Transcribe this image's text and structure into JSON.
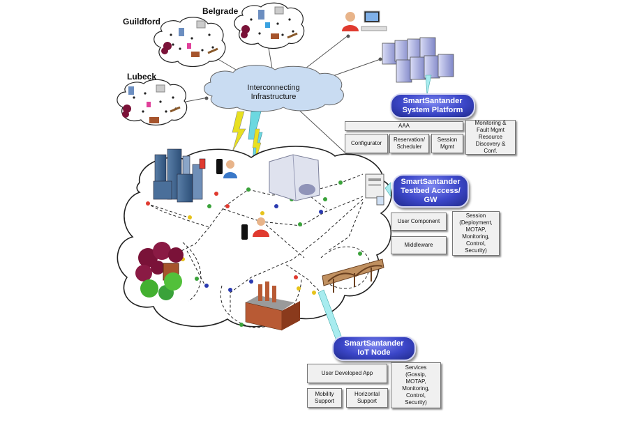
{
  "cities": {
    "guildford": "Guildford",
    "belgrade": "Belgrade",
    "lubeck": "Lubeck"
  },
  "cloud": {
    "line1": "Interconnecting",
    "line2": "Infrastructure"
  },
  "platform": {
    "title_line1": "SmartSantander",
    "title_line2": "System Platform",
    "aaa": "AAA",
    "configurator": "Configurator",
    "reservation": "Reservation/\nScheduler",
    "session": "Session\nMgmt",
    "monitoring": "Monitoring &\nFault Mgmt\nResource\nDiscovery &\nConf."
  },
  "gateway": {
    "title_line1": "SmartSantander",
    "title_line2": "Testbed Access/",
    "title_line3": "GW",
    "user_component": "User Component",
    "middleware": "Middleware",
    "session": "Session\n(Deployment,\nMOTAP,\nMonitoring,\nControl,\nSecurity)"
  },
  "iot_node": {
    "title_line1": "SmartSantander",
    "title_line2": "IoT Node",
    "user_app": "User Developed App",
    "services": "Services\n(Gossip,\nMOTAP,\nMonitoring,\nControl,\nSecurity)",
    "mobility": "Mobility\nSupport",
    "horizontal": "Horizontal\nSupport"
  },
  "colors": {
    "pill": "#3b46c8",
    "cloud_blue": "#c9dcf2",
    "box_fill": "#f0f0f0",
    "node_red": "#e03a2f",
    "node_green": "#3aa23a",
    "node_blue": "#2a3ab0",
    "node_yellow": "#e6c21a"
  }
}
